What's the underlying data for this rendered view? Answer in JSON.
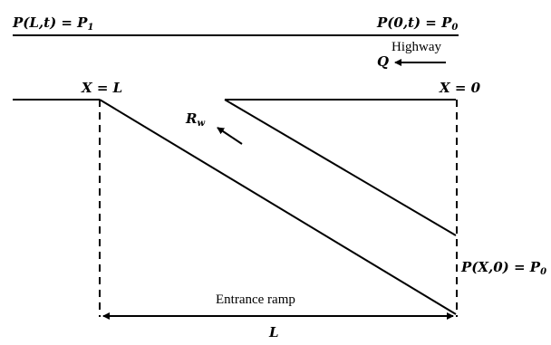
{
  "labels": {
    "p1": "P(L,t) = P",
    "p1_sub": "1",
    "p0": "P(0,t) = P",
    "p0_sub": "0",
    "highway": "Highway",
    "q": "Q",
    "x_l": "X = L",
    "x_0": "X = 0",
    "rw": "R",
    "rw_sub": "w",
    "px0": "P(X,0) = P",
    "px0_sub": "0",
    "entrance_ramp": "Entrance ramp",
    "l": "L"
  },
  "colors": {
    "stroke": "#000000"
  }
}
